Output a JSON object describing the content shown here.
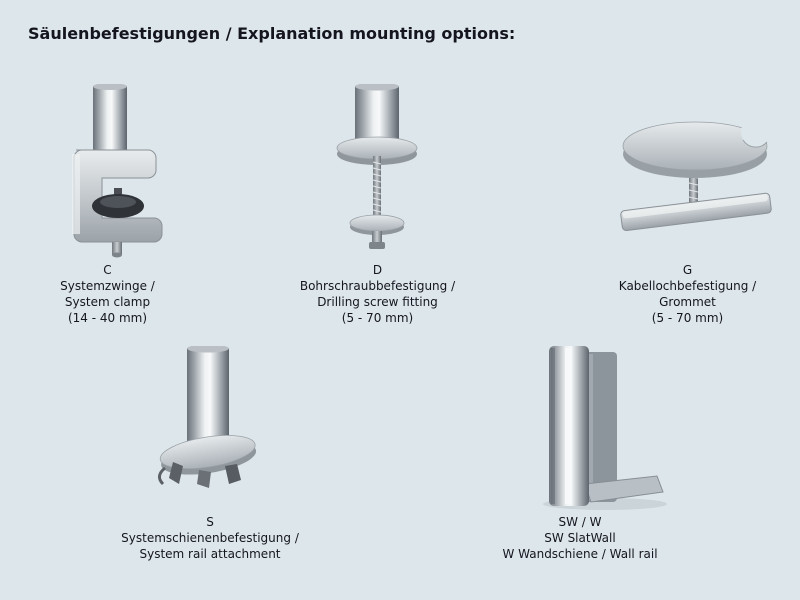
{
  "page": {
    "title": "Säulenbefestigungen / Explanation mounting options:"
  },
  "colors": {
    "background": "#dde7eb",
    "text": "#15151f",
    "metal_dark": "#5d646b",
    "metal_light": "#f2f4f5",
    "knob_dark": "#2f3237"
  },
  "options": [
    {
      "code": "C",
      "name_de": "Systemzwinge /",
      "name_en": "System clamp",
      "range": "(14 - 40 mm)",
      "icon": "system-clamp-illustration"
    },
    {
      "code": "D",
      "name_de": "Bohrschraubbefestigung /",
      "name_en": "Drilling screw fitting",
      "range": "(5 - 70 mm)",
      "icon": "drilling-screw-illustration"
    },
    {
      "code": "G",
      "name_de": "Kabellochbefestigung /",
      "name_en": "Grommet",
      "range": "(5 - 70 mm)",
      "icon": "grommet-illustration"
    },
    {
      "code": "S",
      "name_de": "Systemschienenbefestigung /",
      "name_en": "System rail attachment",
      "icon": "system-rail-illustration"
    },
    {
      "code": "SW / W",
      "name_de": "SW SlatWall",
      "name_en": "W Wandschiene / Wall rail",
      "icon": "slatwall-rail-illustration"
    }
  ]
}
